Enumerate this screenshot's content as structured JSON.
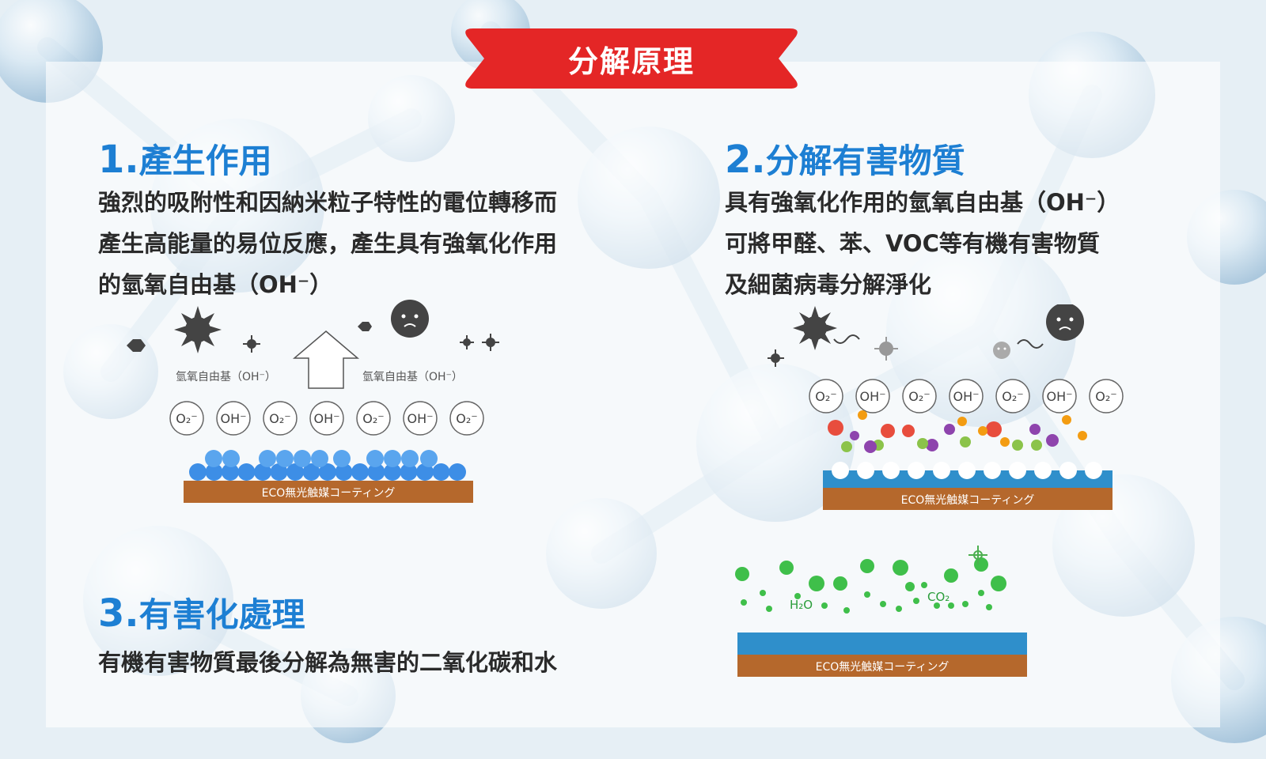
{
  "banner": {
    "title": "分解原理"
  },
  "sections": [
    {
      "number": "1.",
      "title": "產生作用",
      "lines": [
        "強烈的吸附性和因納米粒子特性的電位轉移而",
        "產生高能量的易位反應，產生具有強氧化作用",
        "的氫氧自由基（OH⁻）"
      ]
    },
    {
      "number": "2.",
      "title": "分解有害物質",
      "lines": [
        "具有強氧化作用的氫氧自由基（OH⁻）",
        "可將甲醛、苯、VOC等有機有害物質",
        "及細菌病毒分解淨化"
      ]
    },
    {
      "number": "3.",
      "title": "有害化處理",
      "lines": [
        "有機有害物質最後分解為無害的二氧化碳和水"
      ]
    }
  ],
  "diagram1": {
    "left_label": "氫氧自由基（OH⁻）",
    "right_label": "氫氧自由基（OH⁻）",
    "molecules": [
      "O₂⁻",
      "OH⁻",
      "O₂⁻",
      "OH⁻",
      "O₂⁻",
      "OH⁻",
      "O₂⁻"
    ],
    "coating_label": "ECO無光触媒コーティング"
  },
  "diagram2": {
    "molecules": [
      "O₂⁻",
      "OH⁻",
      "O₂⁻",
      "OH⁻",
      "O₂⁻",
      "OH⁻",
      "O₂⁻"
    ],
    "coating_label": "ECO無光触媒コーティング"
  },
  "diagram3": {
    "h2o_label": "H₂O",
    "co2_label": "CO₂",
    "coating_label": "ECO無光触媒コーティング"
  },
  "colors": {
    "title_blue": "#1d7fd3",
    "banner_red": "#e42626",
    "coating_brown": "#b5682c",
    "coating_blue": "#2f8fcb"
  }
}
